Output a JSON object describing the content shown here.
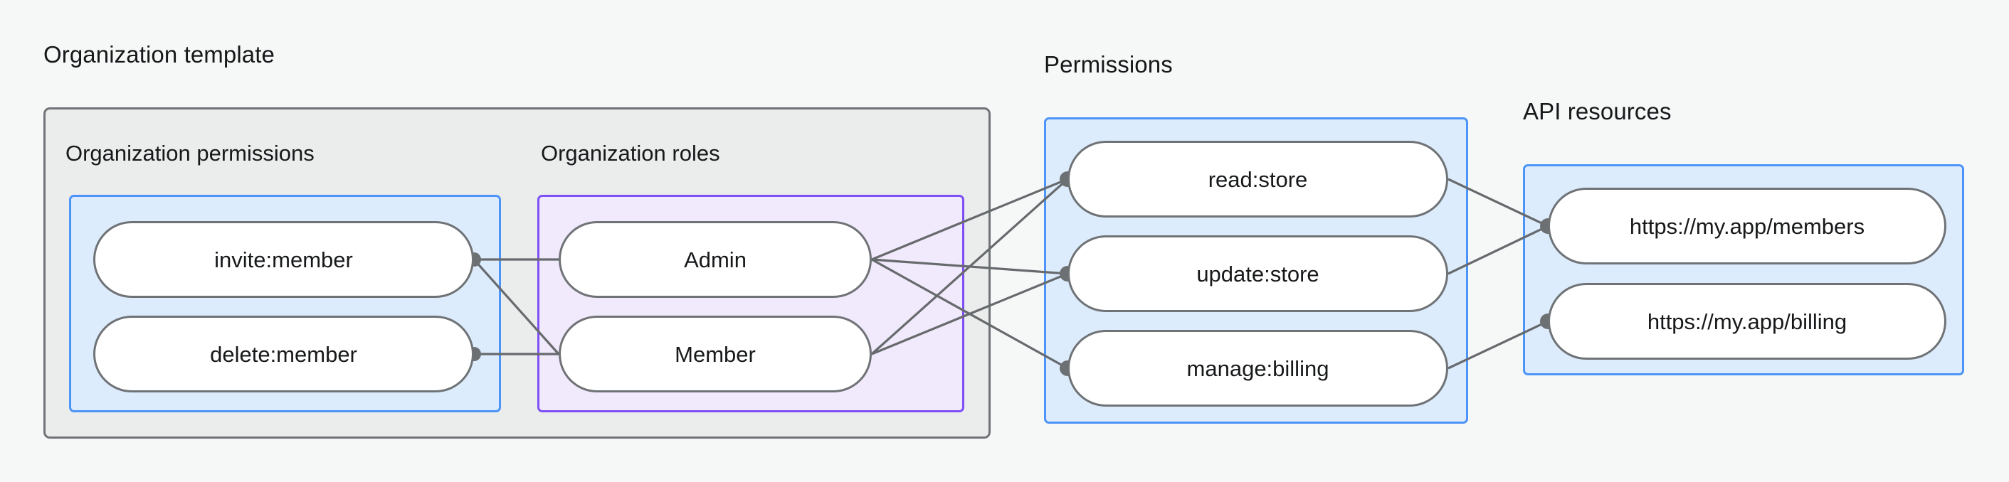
{
  "diagram": {
    "title_bar": {
      "organization_template": "Organization template",
      "permissions": "Permissions",
      "api_resources": "API resources"
    },
    "organization_template": {
      "label": "Organization template",
      "permissions_group": {
        "label": "Organization permissions",
        "nodes": [
          {
            "id": "invite-member",
            "label": "invite:member"
          },
          {
            "id": "delete-member",
            "label": "delete:member"
          }
        ]
      },
      "roles_group": {
        "label": "Organization roles",
        "nodes": [
          {
            "id": "admin",
            "label": "Admin"
          },
          {
            "id": "member",
            "label": "Member"
          }
        ]
      }
    },
    "permissions_group": {
      "label": "Permissions",
      "nodes": [
        {
          "id": "read-store",
          "label": "read:store"
        },
        {
          "id": "update-store",
          "label": "update:store"
        },
        {
          "id": "manage-billing",
          "label": "manage:billing"
        }
      ]
    },
    "api_resources_group": {
      "label": "API resources",
      "nodes": [
        {
          "id": "members-endpoint",
          "label": "https://my.app/members"
        },
        {
          "id": "billing-endpoint",
          "label": "https://my.app/billing"
        }
      ]
    },
    "connections": [
      {
        "from": "invite-member",
        "to": "admin"
      },
      {
        "from": "invite-member",
        "to": "member"
      },
      {
        "from": "delete-member",
        "to": "member"
      },
      {
        "from": "admin",
        "to": "read-store"
      },
      {
        "from": "admin",
        "to": "update-store"
      },
      {
        "from": "admin",
        "to": "manage-billing"
      },
      {
        "from": "member",
        "to": "read-store"
      },
      {
        "from": "member",
        "to": "update-store"
      },
      {
        "from": "read-store",
        "to": "members-endpoint"
      },
      {
        "from": "update-store",
        "to": "members-endpoint"
      },
      {
        "from": "manage-billing",
        "to": "billing-endpoint"
      }
    ],
    "colors": {
      "canvas_background": "#f6f8f8",
      "template_background": "#ebeded",
      "template_border": "#6f7376",
      "blue_fill": "#ddecfd",
      "blue_border": "#4c94f7",
      "purple_fill": "#f1e9fc",
      "purple_border": "#7d4ff5",
      "pill_fill": "#ffffff",
      "pill_border": "#6f7376",
      "edge_stroke": "#666a6d",
      "text": "#16181a"
    }
  }
}
